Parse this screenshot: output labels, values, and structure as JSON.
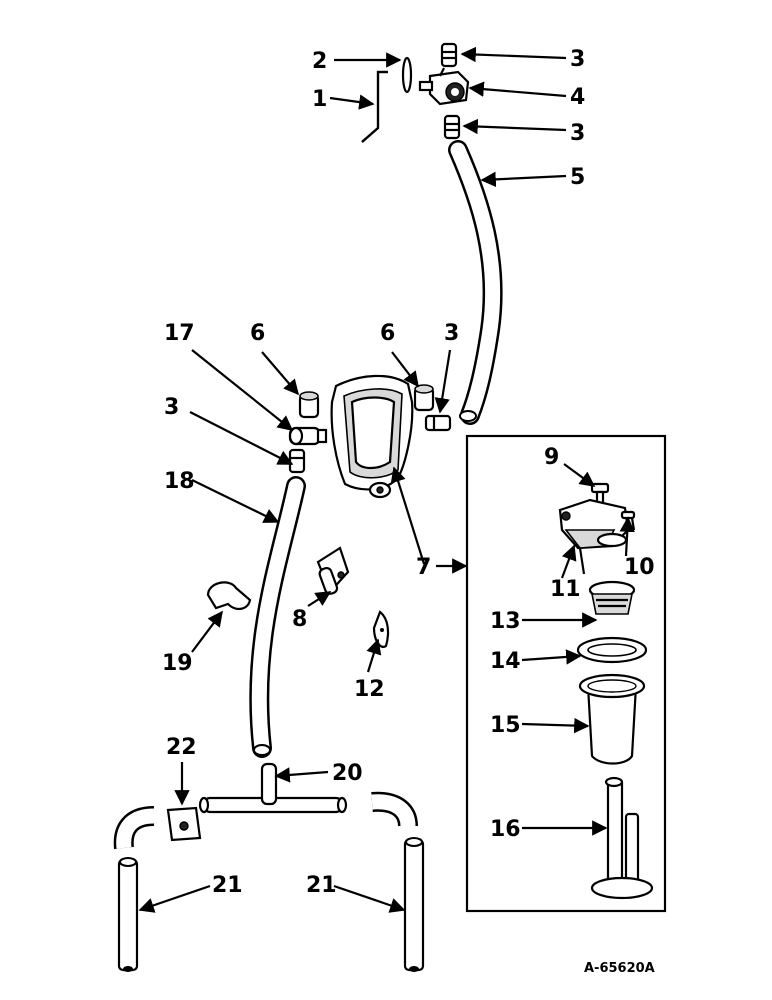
{
  "figure_code": "A-65620A",
  "callouts": [
    {
      "id": "c1",
      "text": "1"
    },
    {
      "id": "c2",
      "text": "2"
    },
    {
      "id": "c3a",
      "text": "3"
    },
    {
      "id": "c4",
      "text": "4"
    },
    {
      "id": "c3b",
      "text": "3"
    },
    {
      "id": "c5",
      "text": "5"
    },
    {
      "id": "c17",
      "text": "17"
    },
    {
      "id": "c6a",
      "text": "6"
    },
    {
      "id": "c6b",
      "text": "6"
    },
    {
      "id": "c3c",
      "text": "3"
    },
    {
      "id": "c3d",
      "text": "3"
    },
    {
      "id": "c18",
      "text": "18"
    },
    {
      "id": "c9",
      "text": "9"
    },
    {
      "id": "c10",
      "text": "10"
    },
    {
      "id": "c11",
      "text": "11"
    },
    {
      "id": "c7",
      "text": "7"
    },
    {
      "id": "c8",
      "text": "8"
    },
    {
      "id": "c19",
      "text": "19"
    },
    {
      "id": "c12",
      "text": "12"
    },
    {
      "id": "c13",
      "text": "13"
    },
    {
      "id": "c14",
      "text": "14"
    },
    {
      "id": "c15",
      "text": "15"
    },
    {
      "id": "c22",
      "text": "22"
    },
    {
      "id": "c20",
      "text": "20"
    },
    {
      "id": "c16",
      "text": "16"
    },
    {
      "id": "c21a",
      "text": "21"
    },
    {
      "id": "c21b",
      "text": "21"
    }
  ]
}
